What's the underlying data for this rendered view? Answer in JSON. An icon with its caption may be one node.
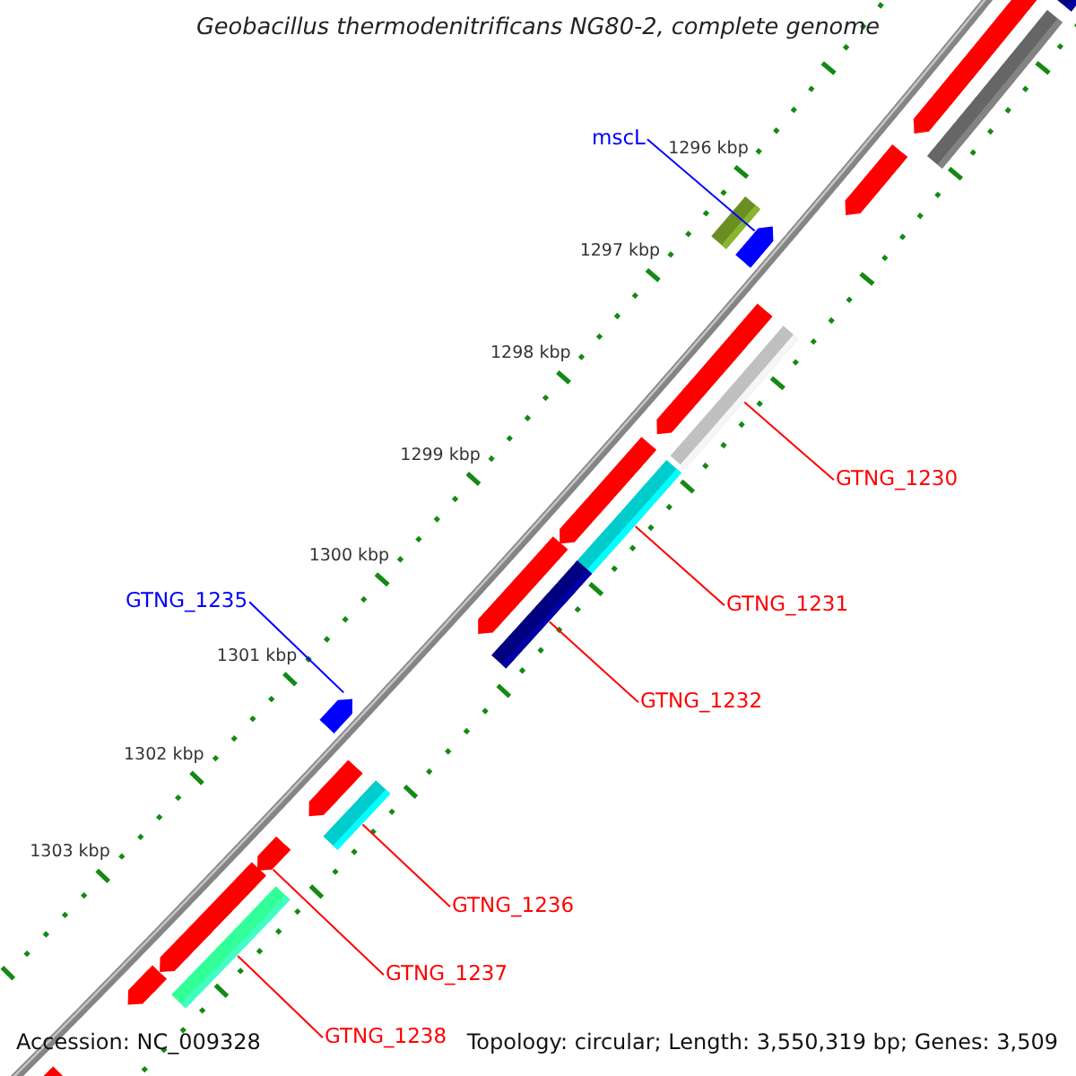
{
  "diagram": {
    "title": "Geobacillus thermodenitrificans NG80-2, complete genome",
    "nodes": [
      {
        "text": [
          "mscL"
        ]
      },
      {
        "text": [],
        "shape": "arrow"
      },
      {
        "text": [
          "GTNG_1230"
        ]
      },
      {
        "text": [],
        "shape": "bar"
      },
      {
        "text": [
          "GTNG_1231"
        ]
      },
      {
        "text": [],
        "shape": "bar"
      },
      {
        "text": [
          "GTNG_1232"
        ]
      },
      {
        "text": [],
        "shape": "bar"
      },
      {
        "text": [
          "GTNG_1235"
        ]
      },
      {
        "text": [],
        "shape": "arrow"
      },
      {
        "text": [
          "GTNG_1236"
        ]
      },
      {
        "text": [],
        "shape": "bar"
      },
      {
        "text": [
          "GTNG_1237"
        ]
      },
      {
        "text": [],
        "shape": "arrow"
      },
      {
        "text": [
          "GTNG_1238"
        ]
      },
      {
        "text": [],
        "shape": "bar"
      },
      {
        "text": [],
        "shape": "bar"
      },
      {
        "text": [],
        "shape": "bar"
      },
      {
        "text": [],
        "shape": "arrow"
      },
      {
        "text": [],
        "shape": "arrow"
      },
      {
        "text": [],
        "shape": "bar"
      },
      {
        "text": [],
        "shape": "arrow"
      },
      {
        "text": [],
        "shape": "arrow"
      },
      {
        "text": [],
        "shape": "arrow"
      },
      {
        "text": [],
        "shape": "arrow"
      },
      {
        "text": [],
        "shape": "arrow"
      },
      {
        "text": [],
        "shape": "arrow"
      },
      {
        "text": [],
        "shape": "arrow"
      }
    ],
    "edges": [
      {
        "from": 0,
        "to": 1,
        "arrow": "none",
        "color": "#0000ff"
      },
      {
        "from": 2,
        "to": 3,
        "arrow": "none"
      },
      {
        "from": 4,
        "to": 5,
        "arrow": "none"
      },
      {
        "from": 6,
        "to": 7,
        "arrow": "none"
      },
      {
        "from": 8,
        "to": 9,
        "arrow": "none",
        "color": "#0000ff"
      },
      {
        "from": 10,
        "to": 11,
        "arrow": "none"
      },
      {
        "from": 12,
        "to": 13,
        "arrow": "none"
      },
      {
        "from": 14,
        "to": 15,
        "arrow": "none"
      }
    ],
    "labels": [
      "1296 kbp",
      "1297 kbp",
      "1298 kbp",
      "1299 kbp",
      "1300 kbp",
      "1301 kbp",
      "1302 kbp",
      "1303 kbp",
      "Accession: NC_009328",
      "Topology: circular; Length: 3,550,319 bp; Genes: 3,509"
    ]
  }
}
